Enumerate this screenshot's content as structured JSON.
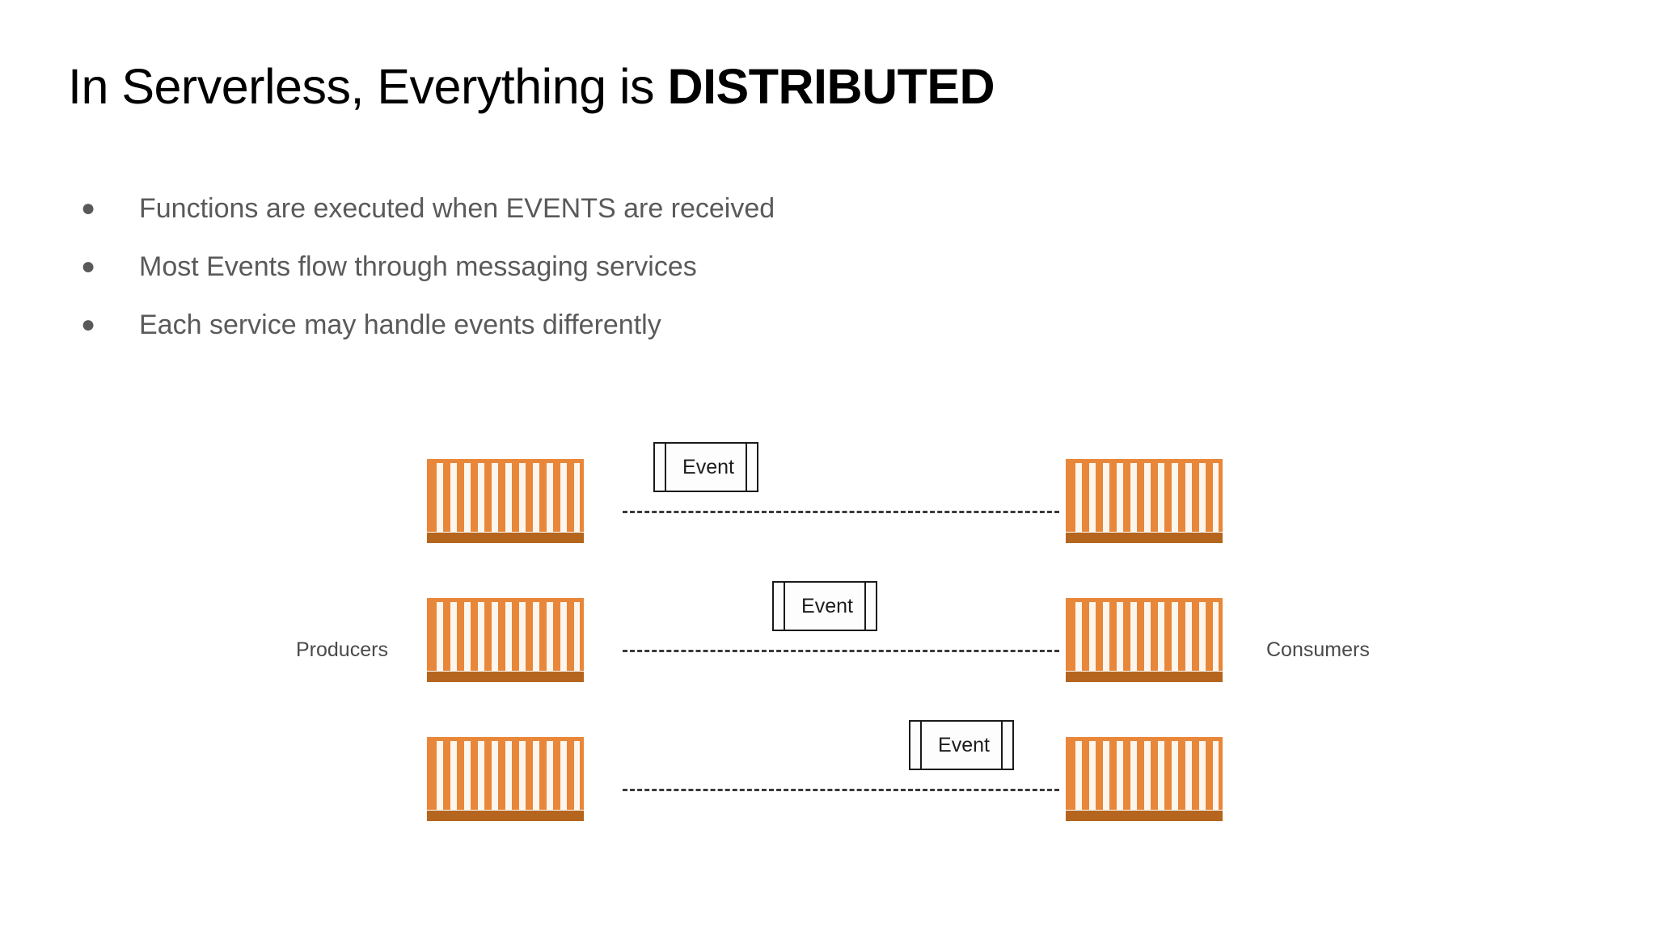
{
  "slide": {
    "background_color": "#ffffff",
    "title": {
      "normal_part": "In Serverless, Everything is ",
      "bold_part": "DISTRIBUTED"
    },
    "bullets": [
      {
        "marker": "●",
        "text": "Functions are executed when EVENTS are received"
      },
      {
        "marker": "●",
        "text": "Most Events flow through messaging services"
      },
      {
        "marker": "●",
        "text": "Each service may handle events differently"
      }
    ],
    "diagram": {
      "left_label": "Producers",
      "right_label": "Consumers",
      "event_label": "Event",
      "event_boxes": [
        {
          "label": "Event"
        },
        {
          "label": "Event"
        },
        {
          "label": "Event"
        }
      ],
      "producer_containers": [
        {
          "name": "producer-container-1"
        },
        {
          "name": "producer-container-2"
        },
        {
          "name": "producer-container-3"
        }
      ],
      "consumer_containers": [
        {
          "name": "consumer-container-1"
        },
        {
          "name": "consumer-container-2"
        },
        {
          "name": "consumer-container-3"
        }
      ],
      "colors": {
        "container_orange": "#e8873a",
        "container_base_brown": "#b5651d",
        "container_stripe": "#fdf6ef",
        "line": "#3a3a3a",
        "box_border": "#1a1a1a"
      }
    },
    "text_colors": {
      "title": "#000000",
      "bullet": "#5a5a5a",
      "diagram_label": "#4a4a4a"
    }
  }
}
